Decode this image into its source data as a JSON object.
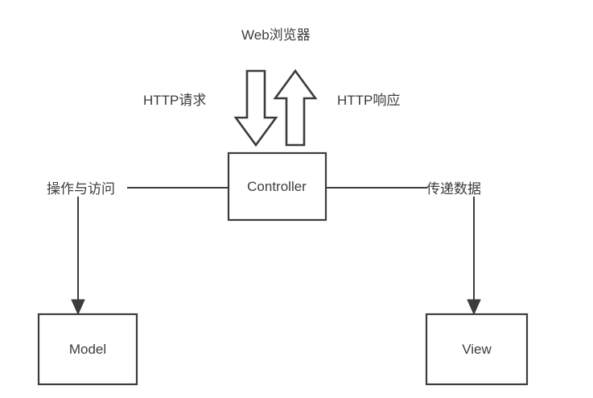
{
  "diagram": {
    "title": "Web浏览器",
    "theme": {
      "background": "#ffffff",
      "stroke": "#3c3c3c",
      "text": "#3c3c3c",
      "node_fill": "#ffffff"
    },
    "nodes": [
      {
        "id": "controller",
        "label": "Controller",
        "shape": "rectangle"
      },
      {
        "id": "model",
        "label": "Model",
        "shape": "rectangle"
      },
      {
        "id": "view",
        "label": "View",
        "shape": "rectangle"
      }
    ],
    "block_arrows": [
      {
        "id": "http-request-arrow",
        "direction": "down",
        "label": "HTTP请求"
      },
      {
        "id": "http-response-arrow",
        "direction": "up",
        "label": "HTTP响应"
      }
    ],
    "edges": [
      {
        "id": "controller-to-model",
        "label": "操作与访问",
        "from": "controller",
        "to": "model",
        "arrowhead": "down"
      },
      {
        "id": "controller-to-view",
        "label": "传递数据",
        "from": "controller",
        "to": "view",
        "arrowhead": "down"
      }
    ],
    "labels": {
      "http_request": "HTTP请求",
      "http_response": "HTTP响应",
      "operate_access": "操作与访问",
      "pass_data": "传递数据",
      "controller": "Controller",
      "model": "Model",
      "view": "View"
    }
  }
}
